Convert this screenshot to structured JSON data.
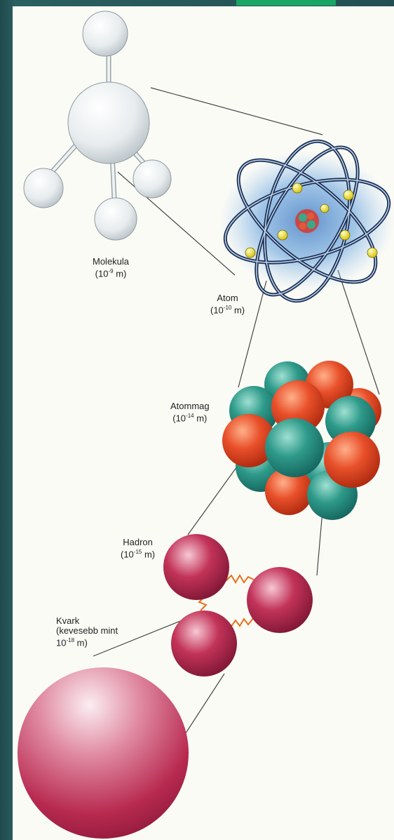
{
  "diagram": {
    "labels": {
      "molecule": {
        "name": "Molekula",
        "scale_prefix": "(10",
        "exponent": "-9",
        "scale_suffix": " m)"
      },
      "atom": {
        "name": "Atom",
        "scale_prefix": "(10",
        "exponent": "-10",
        "scale_suffix": " m)"
      },
      "nucleus": {
        "name": "Atommag",
        "scale_prefix": "(10",
        "exponent": "-14",
        "scale_suffix": " m)"
      },
      "hadron": {
        "name": "Hadron",
        "scale_prefix": "(10",
        "exponent": "-15",
        "scale_suffix": " m)"
      },
      "quark": {
        "name": "Kvark",
        "line2": "(kevesebb mint",
        "scale_prefix": "10",
        "exponent": "-18",
        "scale_suffix": " m)"
      }
    },
    "colors": {
      "slide_background": "#2a5a5c",
      "accent": "#19a563",
      "proton": "#e8502a",
      "neutron": "#2e9a8a",
      "hadron": "#c23358",
      "electron": "#f0e040",
      "electron_cloud": "#7aaee0"
    }
  }
}
